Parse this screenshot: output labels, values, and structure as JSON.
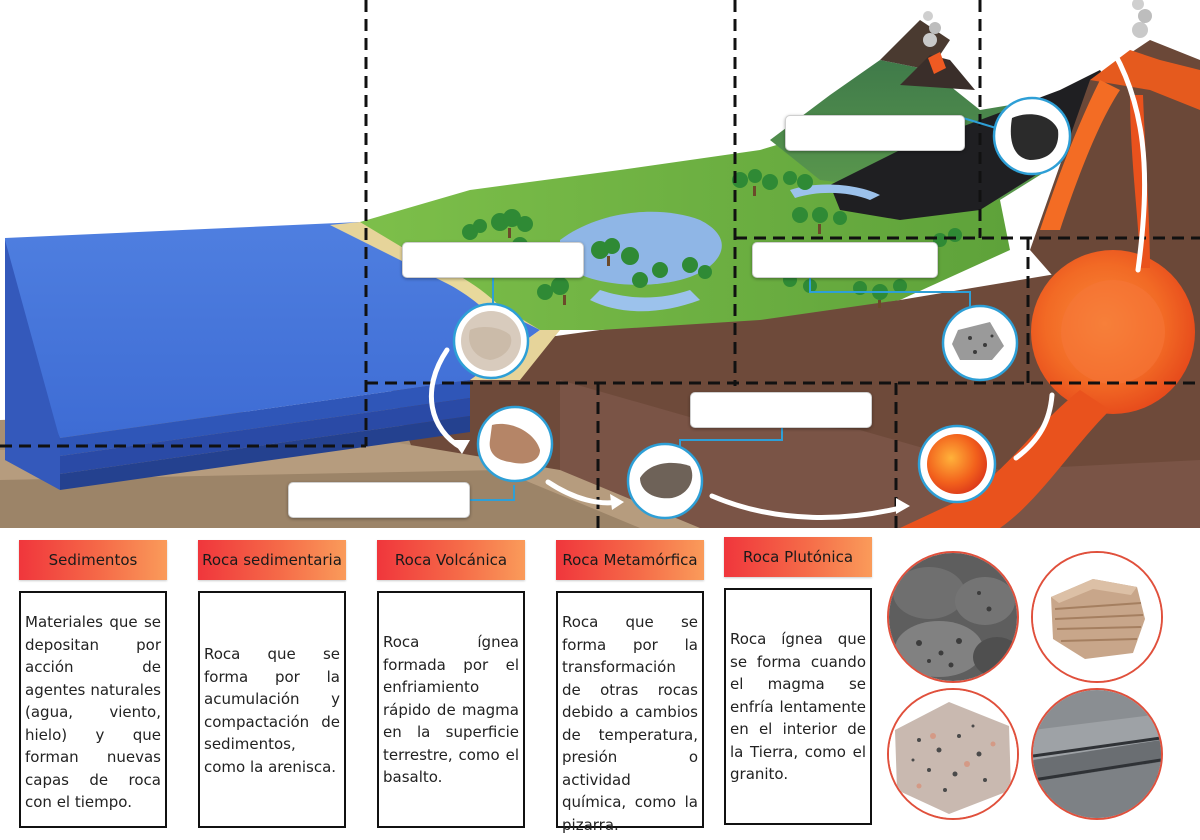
{
  "labels": [
    {
      "text": "Sedimentos"
    },
    {
      "text": "Roca sedimentaria"
    },
    {
      "text": "Roca Volcánica"
    },
    {
      "text": "Roca Metamórfica"
    },
    {
      "text": "Roca Plutónica"
    }
  ],
  "descriptions": [
    {
      "text": "Materiales que se depositan por acción de agentes naturales (agua, viento, hielo) y que forman nuevas capas de roca con el tiempo."
    },
    {
      "text": "Roca que se forma por la acumulación y compactación de sedimentos, como la arenisca."
    },
    {
      "text": "Roca ígnea formada por el enfriamiento rápido de magma en la superficie terrestre, como el basalto."
    },
    {
      "text": "Roca que se forma por la transformación de otras rocas debido a cambios de temperatura, presión o actividad química, como la pizarra."
    },
    {
      "text": "Roca ígnea que se forma cuando el magma se enfría lentamente en el interior de la Tierra, como el granito."
    }
  ],
  "scene": {
    "drop_slots": 5,
    "rock_icons": [
      "sandstone-rock-icon",
      "sediment-pebble-icon",
      "slate-rock-icon",
      "magma-icon",
      "granite-rock-icon",
      "basalt-rock-icon"
    ]
  },
  "photos": [
    "basalt-photo",
    "sandstone-photo",
    "granite-photo",
    "slate-photo"
  ],
  "colors": {
    "tag_gradient_start": "#f0363c",
    "tag_gradient_end": "#fa9b5a",
    "ocean": "#3f6fd6",
    "magma": "#f0471e",
    "ring": "#2e9fd6"
  }
}
